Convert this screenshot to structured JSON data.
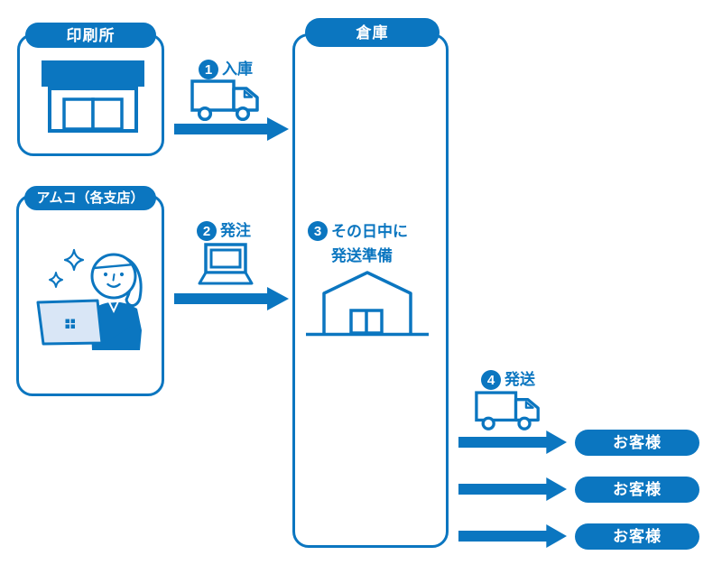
{
  "title": "shipping-flow-diagram",
  "colors": {
    "primary": "#0b76c0",
    "laptop_fill": "#d9e6f6",
    "text_on_primary": "#ffffff"
  },
  "nodes": {
    "printer": {
      "label": "印刷所"
    },
    "amco": {
      "label": "アムコ（各支店）"
    },
    "warehouse": {
      "label": "倉庫"
    },
    "customers": [
      {
        "label": "お客様"
      },
      {
        "label": "お客様"
      },
      {
        "label": "お客様"
      }
    ]
  },
  "steps": [
    {
      "number": "1",
      "label": "入庫",
      "icon": "truck-icon"
    },
    {
      "number": "2",
      "label": "発注",
      "icon": "laptop-icon"
    },
    {
      "number": "3",
      "label_line1": "その日中に",
      "label_line2": "発送準備",
      "icon": "warehouse-icon"
    },
    {
      "number": "4",
      "label": "発送",
      "icon": "truck-icon"
    }
  ]
}
